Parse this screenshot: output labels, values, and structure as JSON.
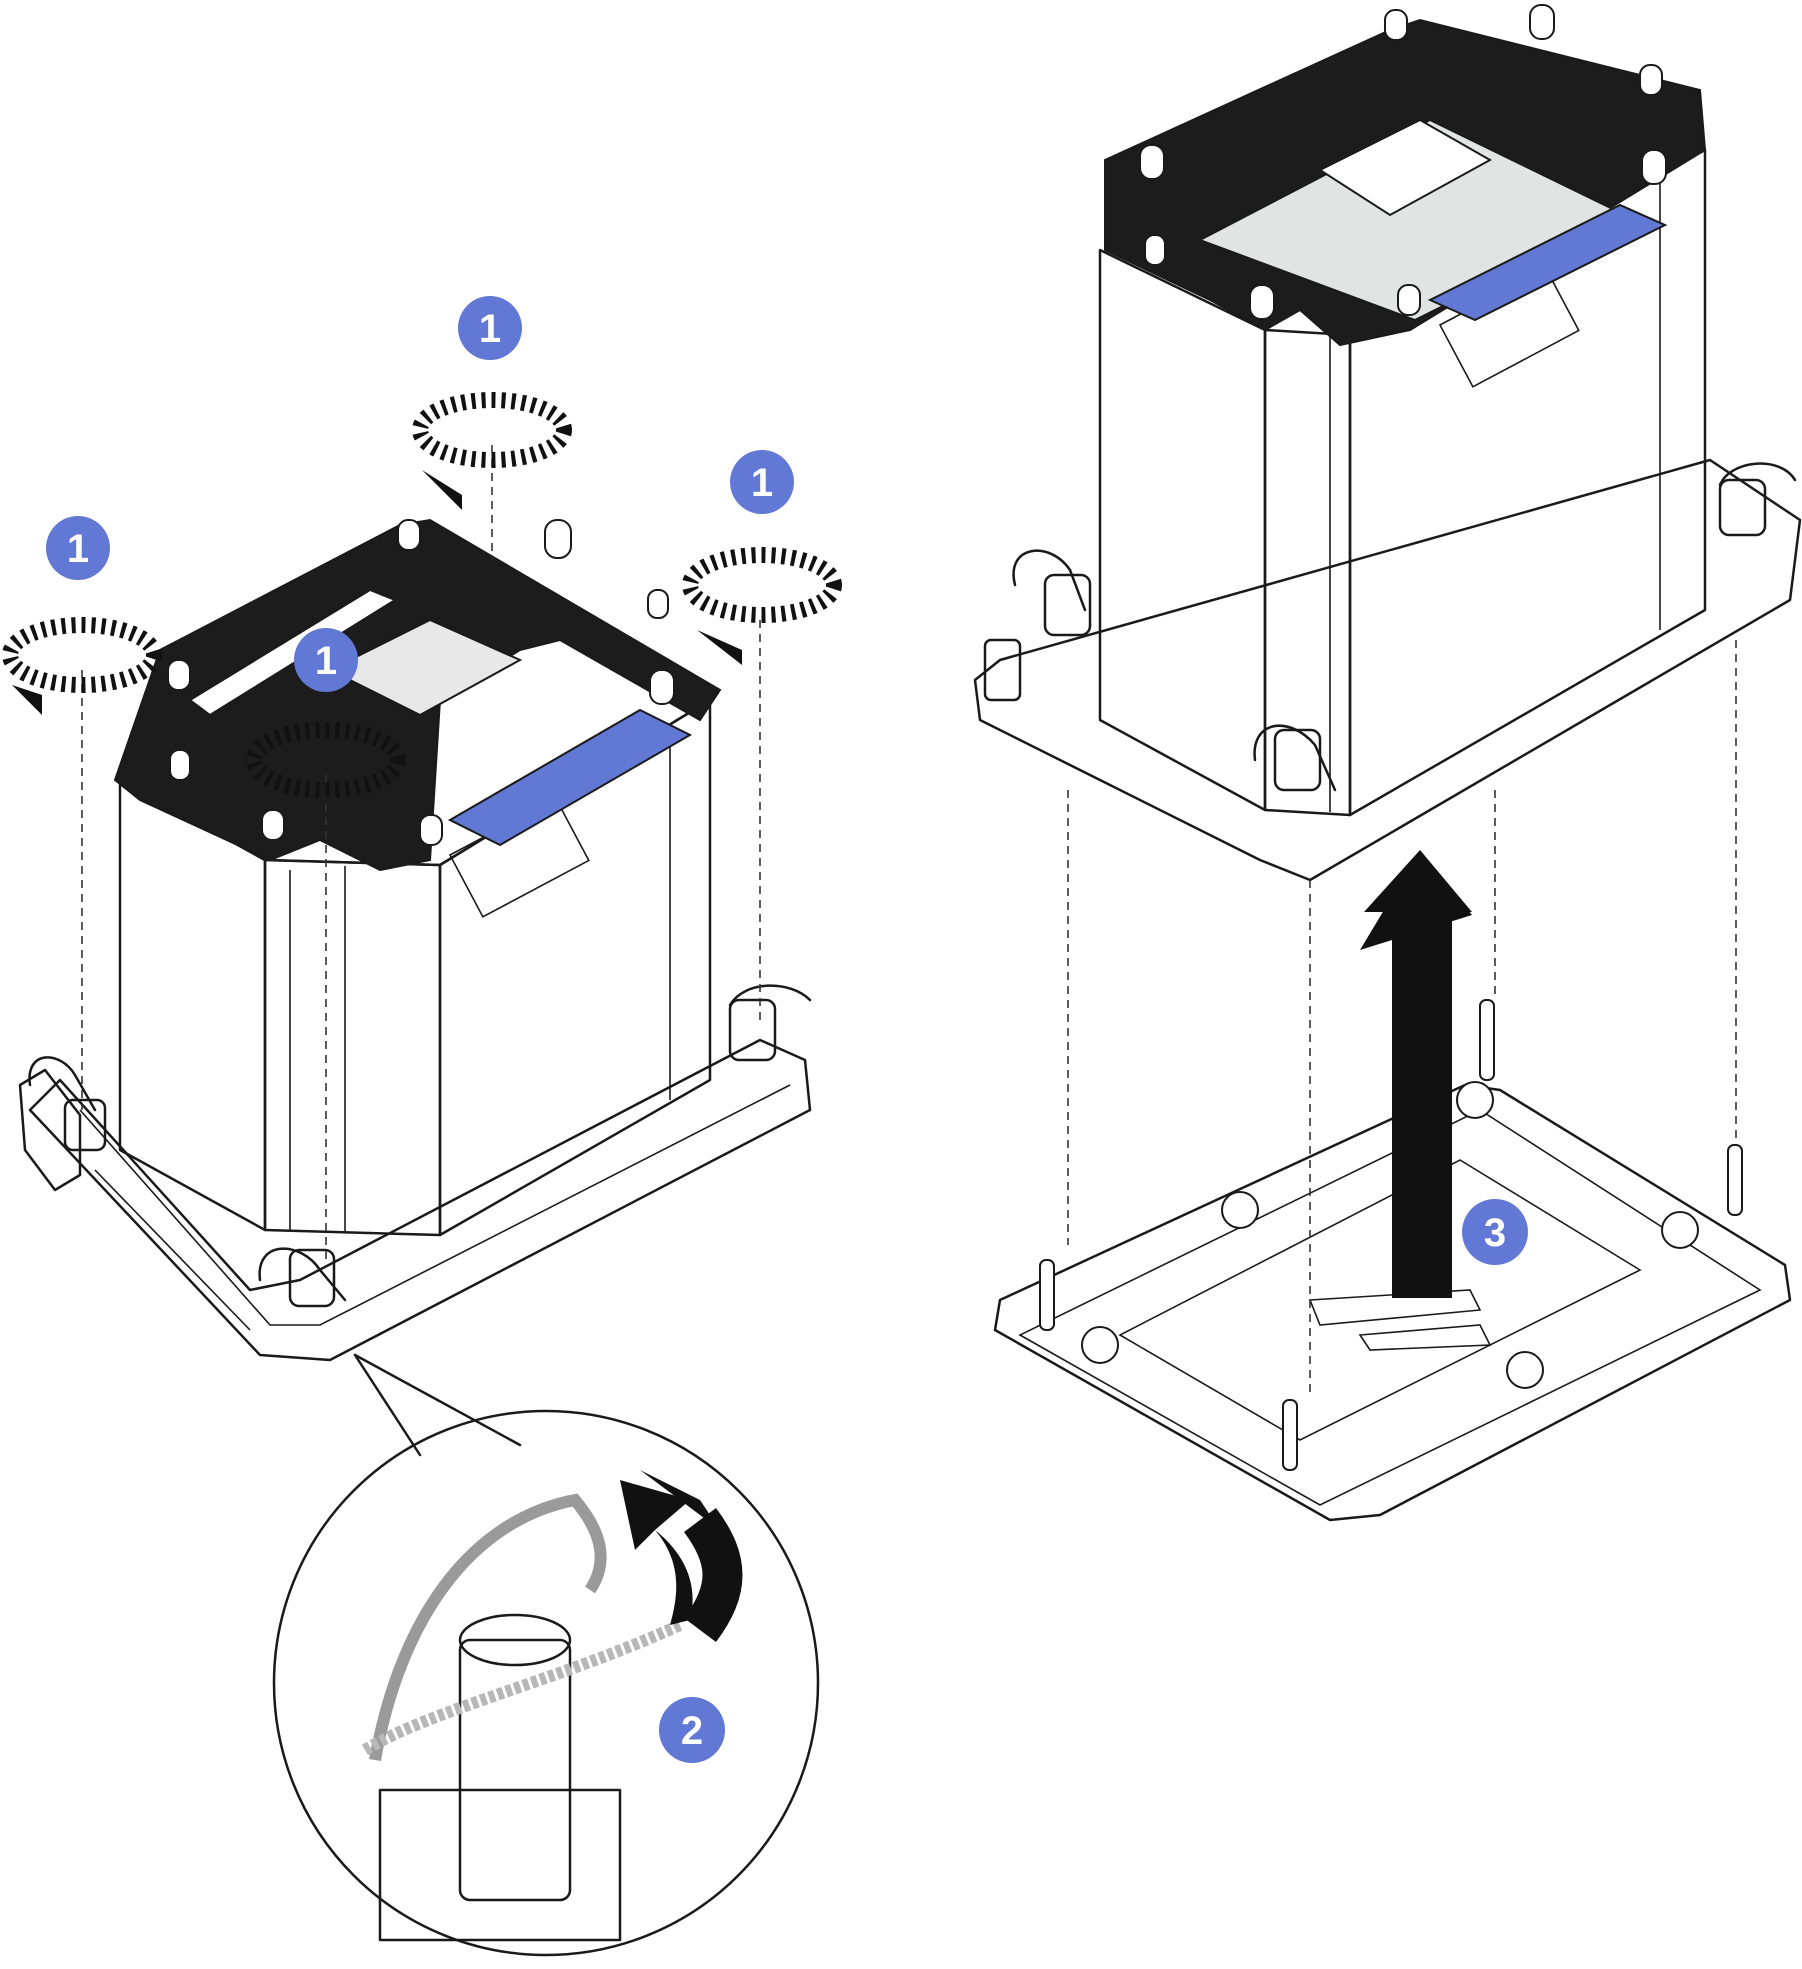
{
  "colors": {
    "callout": "#6178d4",
    "label_strip": "#6178d4",
    "heatsink_body": "#e2e3e3",
    "heatsink_dark": "#1c1c1c",
    "outline": "#1a1a1a",
    "arrow": "#111111"
  },
  "callouts": [
    {
      "id": "c1a",
      "label": "1",
      "step": "loosen-screw"
    },
    {
      "id": "c1b",
      "label": "1",
      "step": "loosen-screw"
    },
    {
      "id": "c1c",
      "label": "1",
      "step": "loosen-screw"
    },
    {
      "id": "c1d",
      "label": "1",
      "step": "loosen-screw"
    },
    {
      "id": "c2",
      "label": "2",
      "step": "rotate-wire-bail"
    },
    {
      "id": "c3",
      "label": "3",
      "step": "lift-heatsink"
    }
  ],
  "icons": {
    "rotate": "rotate-ccw-arrow-icon",
    "lift": "up-arrow-icon",
    "pivot": "curved-arrow-icon"
  }
}
